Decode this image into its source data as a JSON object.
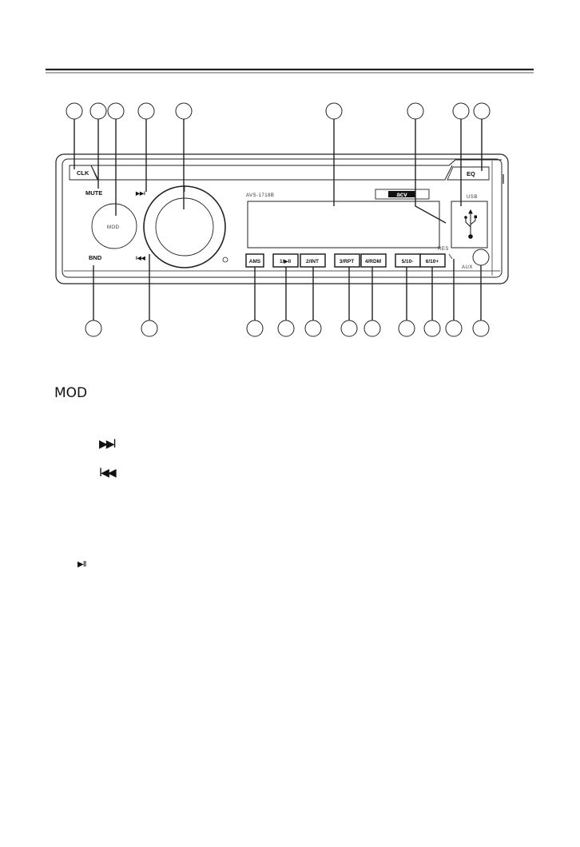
{
  "device": {
    "model": "AVS-1718B",
    "brand_logo": "acv",
    "top_buttons": {
      "clk": "CLK",
      "mute": "MUTE",
      "next": "▶▶I",
      "eq": "EQ",
      "usb": "USB"
    },
    "knob_buttons": {
      "mod": "MOD",
      "bnd": "BND",
      "prev": "I◀◀"
    },
    "bottom_buttons": [
      "AMS",
      "1/▶II",
      "2/INT",
      "3/RPT",
      "4/RDM",
      "5/10-",
      "6/10+"
    ],
    "side_labels": {
      "res": "RES",
      "aux": "AUX"
    }
  },
  "legend": {
    "mod_symbol": "MOD",
    "next_symbol": "▶▶I",
    "prev_symbol": "I◀◀",
    "play_symbol": "▶II"
  }
}
